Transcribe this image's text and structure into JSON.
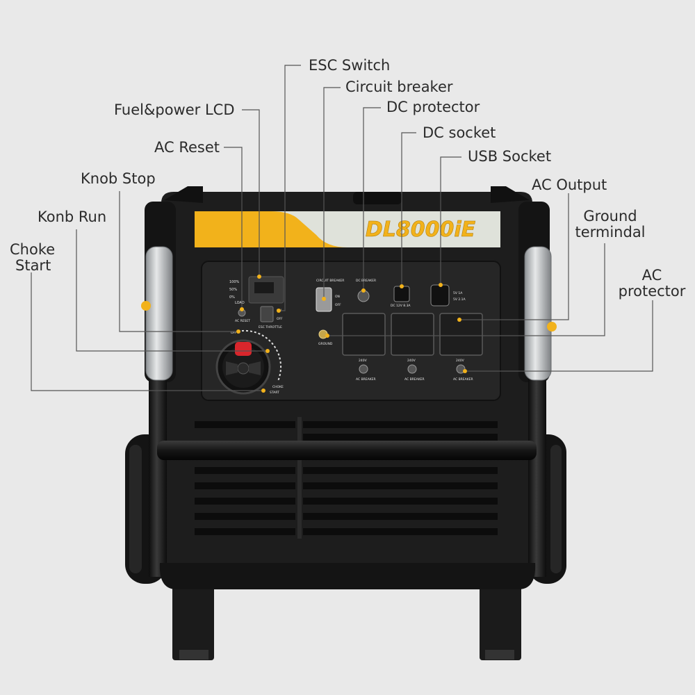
{
  "product": {
    "model": "DL8000iE"
  },
  "callouts": {
    "esc_switch": "ESC Switch",
    "circuit_breaker": "Circuit breaker",
    "fuel_power_lcd": "Fuel&power LCD",
    "dc_protector": "DC protector",
    "dc_socket": "DC socket",
    "ac_reset": "AC Reset",
    "usb_socket": "USB Socket",
    "knob_stop": "Knob Stop",
    "ac_output": "AC Output",
    "konb_run": "Konb Run",
    "ground_terminal_1": "Ground",
    "ground_terminal_2": "termindal",
    "choke_start_1": "Choke",
    "choke_start_2": "Start",
    "ac_protector_1": "AC",
    "ac_protector_2": "protector"
  },
  "panel": {
    "level_100": "100%",
    "level_50": "50%",
    "level_0": "0%",
    "load": "LOAD",
    "ac_reset": "AC RESET",
    "esc_throttle": "ESC THROTTLE",
    "on": "ON",
    "off": "OFF",
    "circuit_breaker": "CIRCUIT BREAKER",
    "dc_breaker": "DC BREAKER",
    "dc_rating": "DC 12V 8.3A",
    "usb_rating_1": "5V 1A",
    "usb_rating_2": "5V 2.1A",
    "ground": "GROUND",
    "voltage": "240V",
    "ac_breaker": "AC BREAKER",
    "knob_off": "OFF",
    "knob_choke": "CHOKE",
    "knob_start": "START"
  },
  "colors": {
    "background": "#e9e9e9",
    "frame": "#1c1c1c",
    "panel": "#262626",
    "accent": "#f2b21b",
    "badge": "#dfe2da",
    "knob_red": "#d8262c",
    "leader": "#555555"
  }
}
